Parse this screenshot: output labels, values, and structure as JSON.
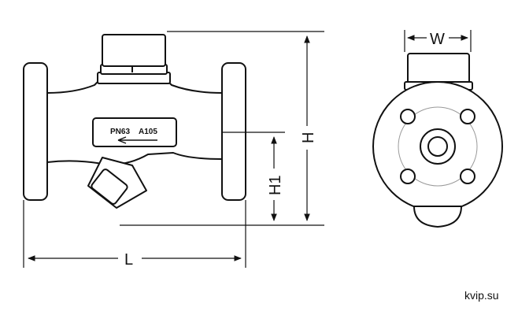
{
  "drawing": {
    "dimensions": {
      "length": "L",
      "height": "H",
      "height_center": "H1",
      "width": "W"
    },
    "nameplate": {
      "pressure": "PN63",
      "material": "A105"
    },
    "watermark": "kvip.su"
  }
}
